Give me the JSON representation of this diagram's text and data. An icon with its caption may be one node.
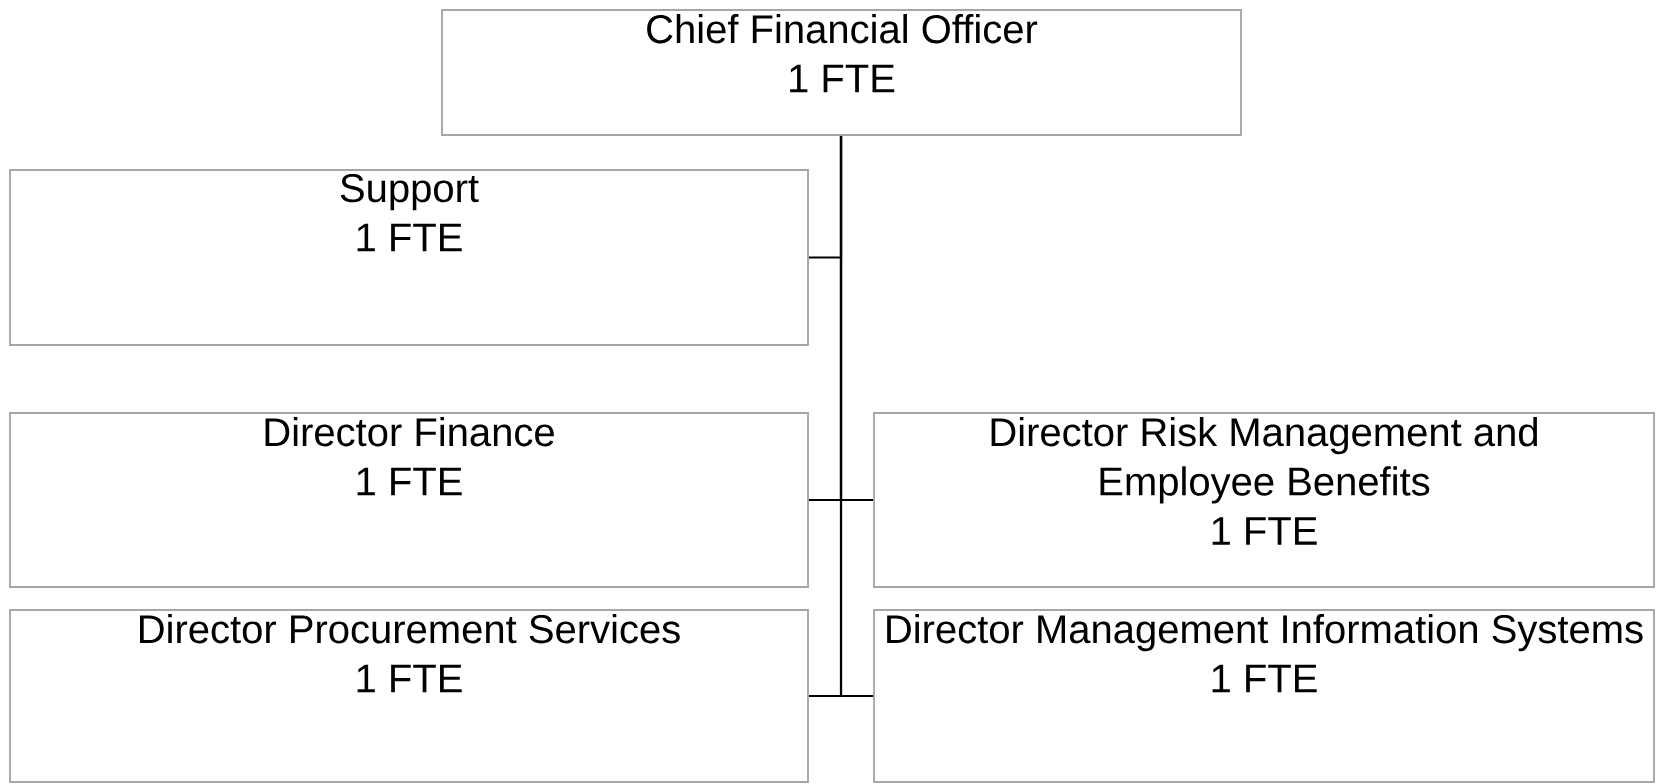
{
  "diagram": {
    "nodes": [
      {
        "text": [
          "Chief Financial Officer",
          "1 FTE"
        ]
      },
      {
        "text": [
          "Support",
          "1 FTE"
        ]
      },
      {
        "text": [
          "Director Finance",
          "1 FTE"
        ]
      },
      {
        "text": [
          "Director Risk Management and Employee Benefits",
          "1 FTE"
        ]
      },
      {
        "text": [
          "Director Procurement Services",
          "1 FTE"
        ]
      },
      {
        "text": [
          "Director Management Information Systems",
          "1 FTE"
        ]
      }
    ],
    "edges": [
      {
        "from": 0,
        "to": 1,
        "arrow": "none"
      },
      {
        "from": 0,
        "to": 2,
        "arrow": "none"
      },
      {
        "from": 0,
        "to": 3,
        "arrow": "none"
      },
      {
        "from": 0,
        "to": 4,
        "arrow": "none"
      },
      {
        "from": 0,
        "to": 5,
        "arrow": "none"
      }
    ]
  }
}
